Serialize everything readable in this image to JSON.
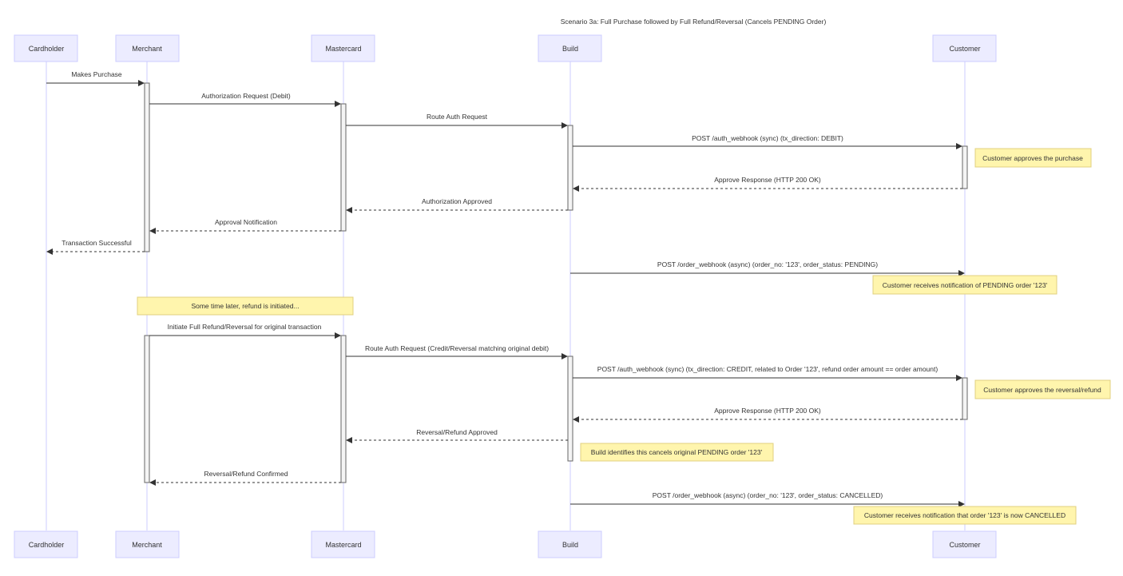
{
  "title": "Scenario 3a: Full Purchase followed by Full Refund/Reversal (Cancels PENDING Order)",
  "actors": [
    {
      "id": "cardholder",
      "label": "Cardholder"
    },
    {
      "id": "merchant",
      "label": "Merchant"
    },
    {
      "id": "mastercard",
      "label": "Mastercard"
    },
    {
      "id": "build",
      "label": "Build"
    },
    {
      "id": "customer",
      "label": "Customer"
    }
  ],
  "messages": [
    {
      "from": "cardholder",
      "to": "merchant",
      "label": "Makes Purchase",
      "style": "solid"
    },
    {
      "from": "merchant",
      "to": "mastercard",
      "label": "Authorization Request (Debit)",
      "style": "solid"
    },
    {
      "from": "mastercard",
      "to": "build",
      "label": "Route Auth Request",
      "style": "solid"
    },
    {
      "from": "build",
      "to": "customer",
      "label": "POST /auth_webhook (sync) (tx_direction: DEBIT)",
      "style": "solid"
    },
    {
      "from": "customer",
      "to": "build",
      "label": "Approve Response (HTTP 200 OK)",
      "style": "dashed"
    },
    {
      "from": "build",
      "to": "mastercard",
      "label": "Authorization Approved",
      "style": "dashed"
    },
    {
      "from": "mastercard",
      "to": "merchant",
      "label": "Approval Notification",
      "style": "dashed"
    },
    {
      "from": "merchant",
      "to": "cardholder",
      "label": "Transaction Successful",
      "style": "dashed"
    },
    {
      "from": "build",
      "to": "customer",
      "label": "POST /order_webhook (async) (order_no: '123', order_status: PENDING)",
      "style": "solid"
    },
    {
      "from": "merchant",
      "to": "mastercard",
      "label": "Initiate Full Refund/Reversal for original transaction",
      "style": "solid"
    },
    {
      "from": "mastercard",
      "to": "build",
      "label": "Route Auth Request (Credit/Reversal matching original debit)",
      "style": "solid"
    },
    {
      "from": "build",
      "to": "customer",
      "label": "POST /auth_webhook (sync) (tx_direction: CREDIT, related to Order '123', refund order amount == order amount)",
      "style": "solid"
    },
    {
      "from": "customer",
      "to": "build",
      "label": "Approve Response (HTTP 200 OK)",
      "style": "dashed"
    },
    {
      "from": "build",
      "to": "mastercard",
      "label": "Reversal/Refund Approved",
      "style": "dashed"
    },
    {
      "from": "mastercard",
      "to": "merchant",
      "label": "Reversal/Refund Confirmed",
      "style": "dashed"
    },
    {
      "from": "build",
      "to": "customer",
      "label": "POST /order_webhook (async) (order_no: '123', order_status: CANCELLED)",
      "style": "solid"
    }
  ],
  "notes": [
    {
      "text": "Customer approves the purchase"
    },
    {
      "text": "Customer receives notification of PENDING order '123'"
    },
    {
      "text": "Some time later, refund is initiated..."
    },
    {
      "text": "Customer approves the reversal/refund"
    },
    {
      "text": "Build identifies this cancels original PENDING order '123'"
    },
    {
      "text": "Customer receives notification that order '123' is now CANCELLED"
    }
  ]
}
